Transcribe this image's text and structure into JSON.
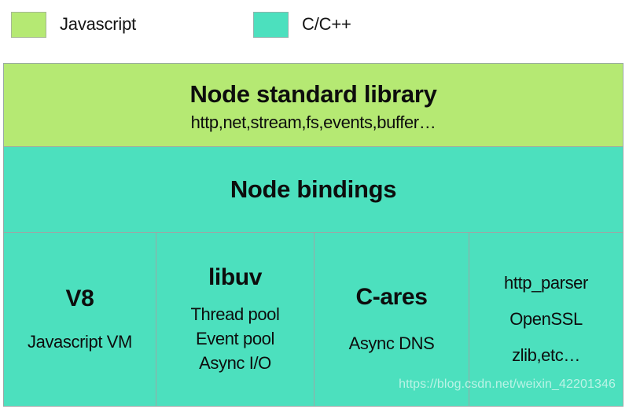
{
  "legend": {
    "items": [
      {
        "label": "Javascript",
        "color": "#b5e973",
        "swatch_name": "javascript-color-swatch"
      },
      {
        "label": "C/C++",
        "color": "#4ce0be",
        "swatch_name": "cpp-color-swatch"
      }
    ]
  },
  "diagram": {
    "standard_library": {
      "title": "Node standard library",
      "subtitle": "http,net,stream,fs,events,buffer…",
      "color": "#b5e973"
    },
    "bindings": {
      "title": "Node bindings",
      "color": "#4ce0be"
    },
    "columns": [
      {
        "heading": "V8",
        "lines": [
          "Javascript VM"
        ]
      },
      {
        "heading": "libuv",
        "lines": [
          "Thread pool",
          "Event pool",
          "Async I/O"
        ]
      },
      {
        "heading": "C-ares",
        "lines": [
          "Async DNS"
        ]
      },
      {
        "heading": "",
        "lines": [
          "http_parser",
          "OpenSSL",
          "zlib,etc…"
        ]
      }
    ]
  },
  "watermark": {
    "text": "https://blog.csdn.net/weixin_42201346"
  }
}
